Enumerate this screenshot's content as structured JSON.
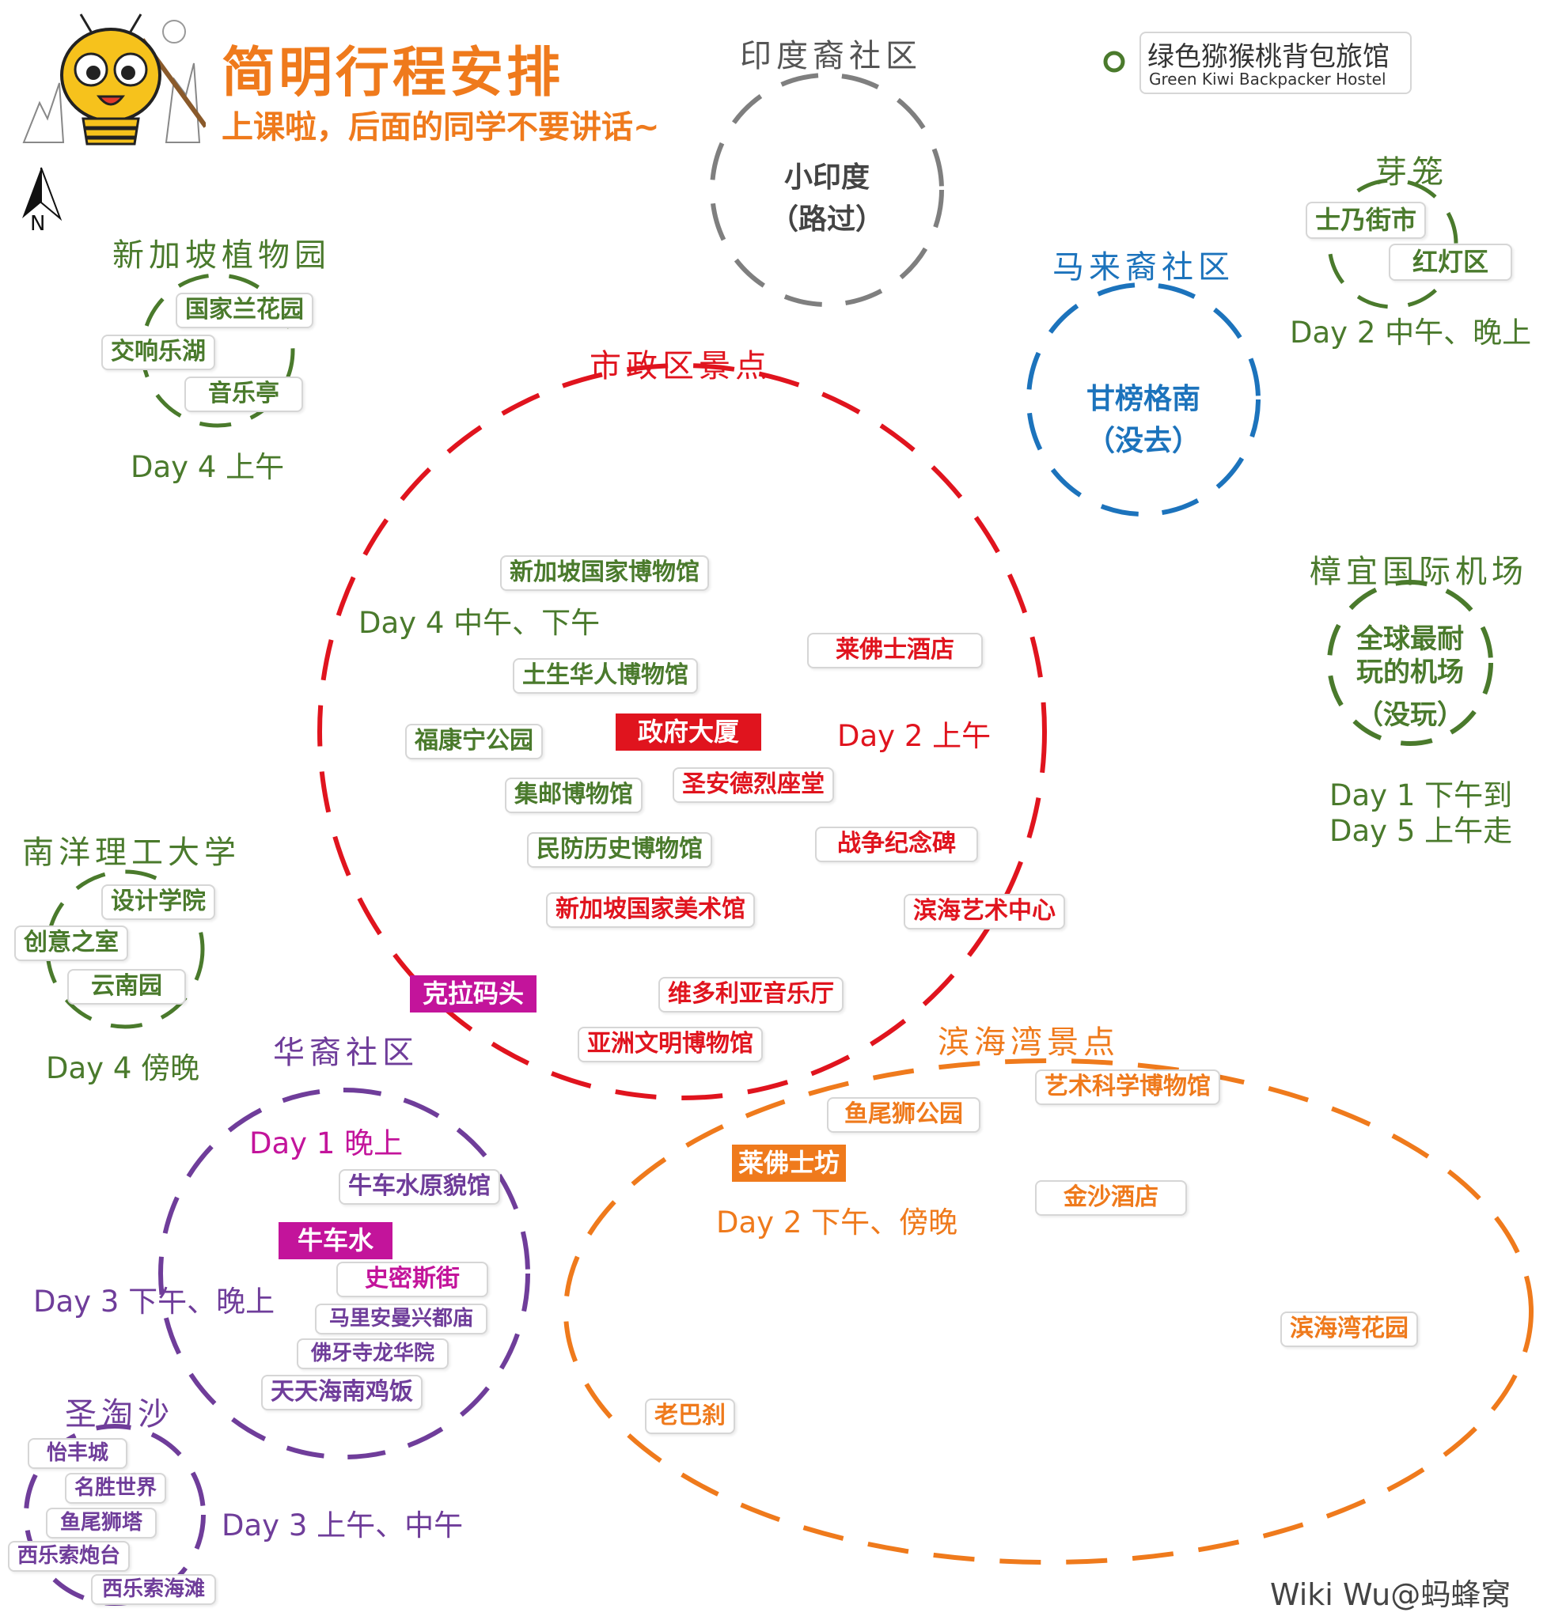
{
  "header": {
    "title": "简明行程安排",
    "subtitle": "上课啦，后面的同学不要讲话~",
    "north": "N",
    "hostel_cn": "绿色猕猴桃背包旅馆",
    "hostel_en": "Green Kiwi Backpacker Hostel",
    "credit": "Wiki Wu@蚂蜂窝"
  },
  "colors": {
    "red": "#e0141e",
    "orange": "#ef7a1c",
    "green": "#4a7a2c",
    "blue": "#1c73bc",
    "purple": "#6f3d9a",
    "magenta": "#c3149b",
    "gray": "#7f7f7f"
  },
  "little_india": {
    "name": "印度裔社区",
    "line1": "小印度",
    "line2": "（路过）"
  },
  "kampong_glam": {
    "name": "马来裔社区",
    "line1": "甘榜格南",
    "line2": "（没去）"
  },
  "bugis": {
    "name": "芽笼",
    "items": [
      "士乃街市",
      "红灯区"
    ],
    "day": "Day 2 中午、晚上"
  },
  "botanic": {
    "name": "新加坡植物园",
    "items": [
      "国家兰花园",
      "交响乐湖",
      "音乐亭"
    ],
    "day": "Day 4 上午"
  },
  "airport": {
    "name": "樟宜国际机场",
    "line1": "全球最耐",
    "line2": "玩的机场",
    "line3": "（没玩）",
    "day1": "Day 1 下午到",
    "day2": "Day 5 上午走"
  },
  "ntu": {
    "name": "南洋理工大学",
    "items": [
      "设计学院",
      "创意之室",
      "云南园"
    ],
    "day": "Day 4 傍晚"
  },
  "civic": {
    "name": "市政区景点",
    "day4": "Day 4 中午、下午",
    "day2": "Day 2 上午",
    "green_items": [
      "新加坡国家博物馆",
      "土生华人博物馆",
      "福康宁公园",
      "集邮博物馆",
      "民防历史博物馆"
    ],
    "center": "政府大厦",
    "red_items": [
      "莱佛士酒店",
      "圣安德烈座堂",
      "战争纪念碑",
      "新加坡国家美术馆",
      "滨海艺术中心",
      "维多利亚音乐厅",
      "亚洲文明博物馆"
    ],
    "clarke": "克拉码头"
  },
  "marina": {
    "name": "滨海湾景点",
    "items": [
      "艺术科学博物馆",
      "鱼尾狮公园",
      "金沙酒店",
      "滨海湾花园",
      "老巴刹"
    ],
    "center": "莱佛士坊",
    "day": "Day 2 下午、傍晚"
  },
  "chinatown": {
    "name": "华裔社区",
    "day1": "Day 1 晚上",
    "day3": "Day 3 下午、晚上",
    "center": "牛车水",
    "items": [
      "牛车水原貌馆",
      "史密斯街",
      "马里安曼兴都庙",
      "佛牙寺龙华院",
      "天天海南鸡饭"
    ]
  },
  "sentosa": {
    "name": "圣淘沙",
    "items": [
      "怡丰城",
      "名胜世界",
      "鱼尾狮塔",
      "西乐索炮台",
      "西乐索海滩"
    ],
    "day": "Day 3 上午、中午"
  }
}
